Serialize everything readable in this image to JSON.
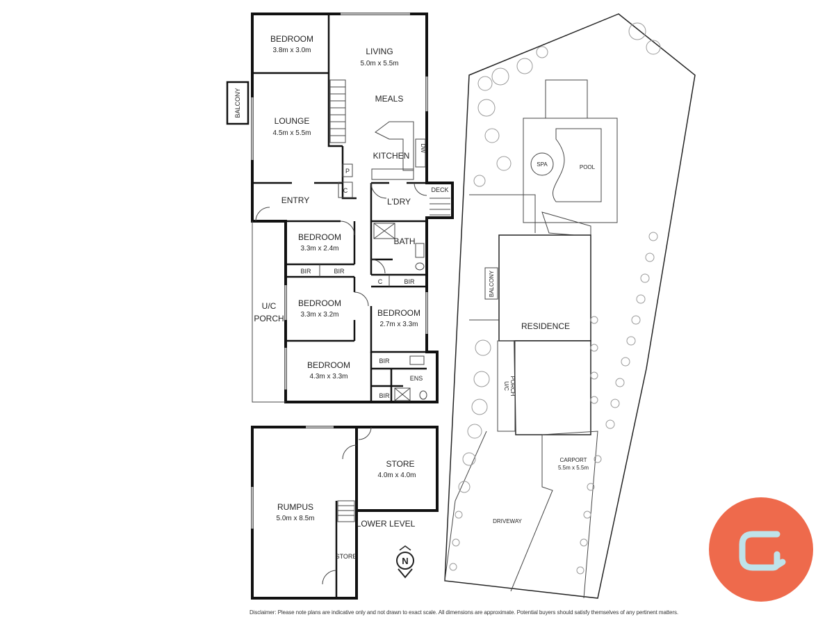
{
  "rooms": {
    "bedroom1": {
      "name": "BEDROOM",
      "size": "3.8m x 3.0m"
    },
    "living": {
      "name": "LIVING",
      "size": "5.0m x 5.5m"
    },
    "meals": {
      "name": "MEALS"
    },
    "balcony": {
      "name": "BALCONY"
    },
    "lounge": {
      "name": "LOUNGE",
      "size": "4.5m x 5.5m"
    },
    "kitchen": {
      "name": "KITCHEN"
    },
    "dw": {
      "name": "DW"
    },
    "pantry": {
      "name": "P"
    },
    "cupboard1": {
      "name": "C"
    },
    "entry": {
      "name": "ENTRY"
    },
    "laundry": {
      "name": "L'DRY"
    },
    "deck": {
      "name": "DECK"
    },
    "bedroom2": {
      "name": "BEDROOM",
      "size": "3.3m x 2.4m"
    },
    "bath": {
      "name": "BATH"
    },
    "bir1": {
      "name": "BIR"
    },
    "bir2": {
      "name": "BIR"
    },
    "cupboard2": {
      "name": "C"
    },
    "bir3": {
      "name": "BIR"
    },
    "porch": {
      "name": "U/C",
      "name2": "PORCH"
    },
    "bedroom3": {
      "name": "BEDROOM",
      "size": "3.3m x 3.2m"
    },
    "bedroom4": {
      "name": "BEDROOM",
      "size": "2.7m x 3.3m"
    },
    "bedroom5": {
      "name": "BEDROOM",
      "size": "4.3m x 3.3m"
    },
    "bir4": {
      "name": "BIR"
    },
    "ens": {
      "name": "ENS"
    },
    "bir5": {
      "name": "BIR"
    },
    "store1": {
      "name": "STORE",
      "size": "4.0m x 4.0m"
    },
    "rumpus": {
      "name": "RUMPUS",
      "size": "5.0m x 8.5m"
    },
    "lower_level": {
      "name": "LOWER LEVEL"
    },
    "store2": {
      "name": "STORE"
    }
  },
  "compass": {
    "letter": "N"
  },
  "site": {
    "spa": "SPA",
    "pool": "POOL",
    "balcony": "BALCONY",
    "residence": "RESIDENCE",
    "porch1": "U/C",
    "porch2": "PORCH",
    "carport": "CARPORT",
    "carport_size": "5.5m x 5.5m",
    "driveway": "DRIVEWAY"
  },
  "disclaimer": "Disclaimer: Please note plans are indicative only and not drawn to exact scale. All dimensions are approximate. Potential buyers should satisfy themselves of any pertinent matters.",
  "colors": {
    "logo_bg": "#ee6a4c",
    "logo_mark": "#bfe3ea"
  },
  "logo": {
    "icon": "letter-g-icon"
  }
}
